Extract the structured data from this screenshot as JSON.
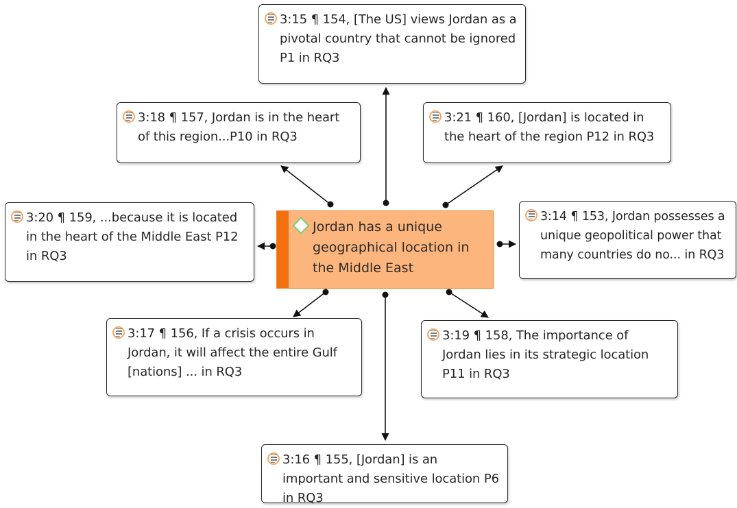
{
  "code": {
    "label": "Jordan has a unique geographical location in the Middle East",
    "icon": "code-diamond-icon",
    "fill_color": "#fcb57c",
    "accent_color": "#f4700e"
  },
  "quotations": [
    {
      "id": "q-3-15",
      "label": "3:15 ¶ 154, [The US] views Jordan as a pivotal country that cannot be ignored P1 in RQ3",
      "icon": "quotation-icon"
    },
    {
      "id": "q-3-18",
      "label": "3:18 ¶ 157, Jordan is in the heart of this region...P10 in RQ3",
      "icon": "quotation-icon"
    },
    {
      "id": "q-3-21",
      "label": "3:21 ¶ 160, [Jordan] is located in the heart of the region P12 in RQ3",
      "icon": "quotation-icon"
    },
    {
      "id": "q-3-20",
      "label": "3:20 ¶ 159, ...because it is located in the heart of the Middle East P12 in RQ3",
      "icon": "quotation-icon"
    },
    {
      "id": "q-3-14",
      "label": "3:14 ¶ 153, Jordan possesses a unique geopolitical power that many countries do no... in RQ3",
      "icon": "quotation-icon"
    },
    {
      "id": "q-3-17",
      "label": "3:17 ¶ 156, If a crisis occurs in Jordan, it will affect the entire Gulf [nations] ... in RQ3",
      "icon": "quotation-icon"
    },
    {
      "id": "q-3-19",
      "label": "3:19 ¶ 158, The importance of Jordan lies in its strategic location P11 in RQ3",
      "icon": "quotation-icon"
    },
    {
      "id": "q-3-16",
      "label": "3:16 ¶ 155, [Jordan] is an important and sensitive location P6 in RQ3",
      "icon": "quotation-icon"
    }
  ]
}
